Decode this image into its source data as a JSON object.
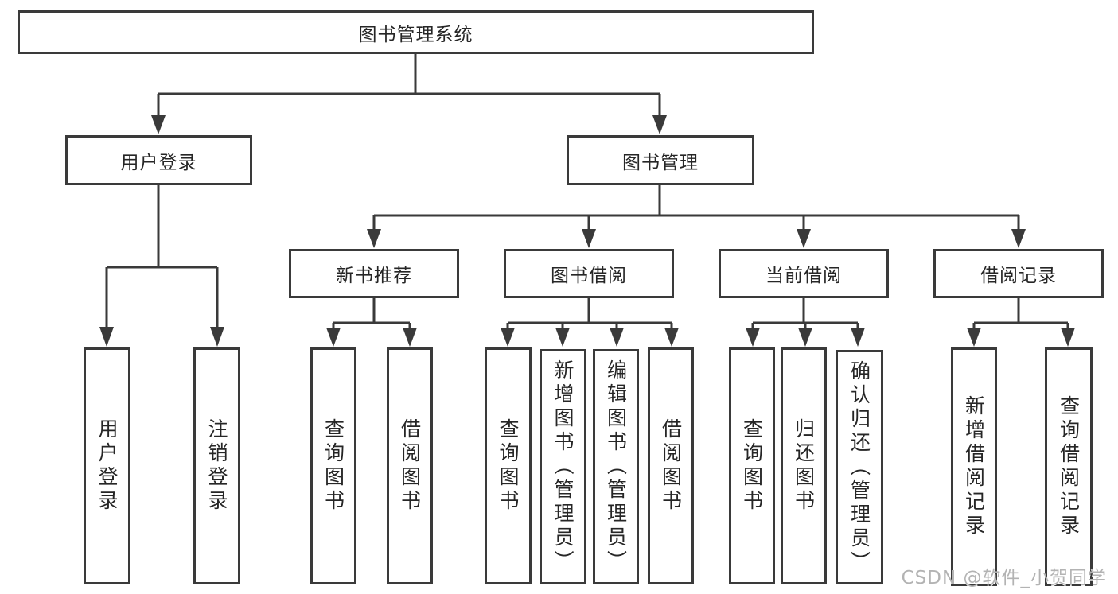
{
  "watermark": "CSDN @软件_小贺同学",
  "colors": {
    "line": "#3a3a3a",
    "box_border": "#3a3a3a",
    "text": "#262626",
    "watermark": "#b3b3b3",
    "background": "#ffffff"
  },
  "diagram": {
    "root": {
      "label": "图书管理系统"
    },
    "branches": [
      {
        "label": "用户登录",
        "children": [
          {
            "label": "用户登录"
          },
          {
            "label": "注销登录"
          }
        ]
      },
      {
        "label": "图书管理",
        "children": [
          {
            "label": "新书推荐",
            "children": [
              {
                "label": "查询图书"
              },
              {
                "label": "借阅图书"
              }
            ]
          },
          {
            "label": "图书借阅",
            "children": [
              {
                "label": "查询图书"
              },
              {
                "label": "新增图书（管理员）"
              },
              {
                "label": "编辑图书（管理员）"
              },
              {
                "label": "借阅图书"
              }
            ]
          },
          {
            "label": "当前借阅",
            "children": [
              {
                "label": "查询图书"
              },
              {
                "label": "归还图书"
              },
              {
                "label": "确认归还（管理员）"
              }
            ]
          },
          {
            "label": "借阅记录",
            "children": [
              {
                "label": "新增借阅记录"
              },
              {
                "label": "查询借阅记录"
              }
            ]
          }
        ]
      }
    ]
  }
}
